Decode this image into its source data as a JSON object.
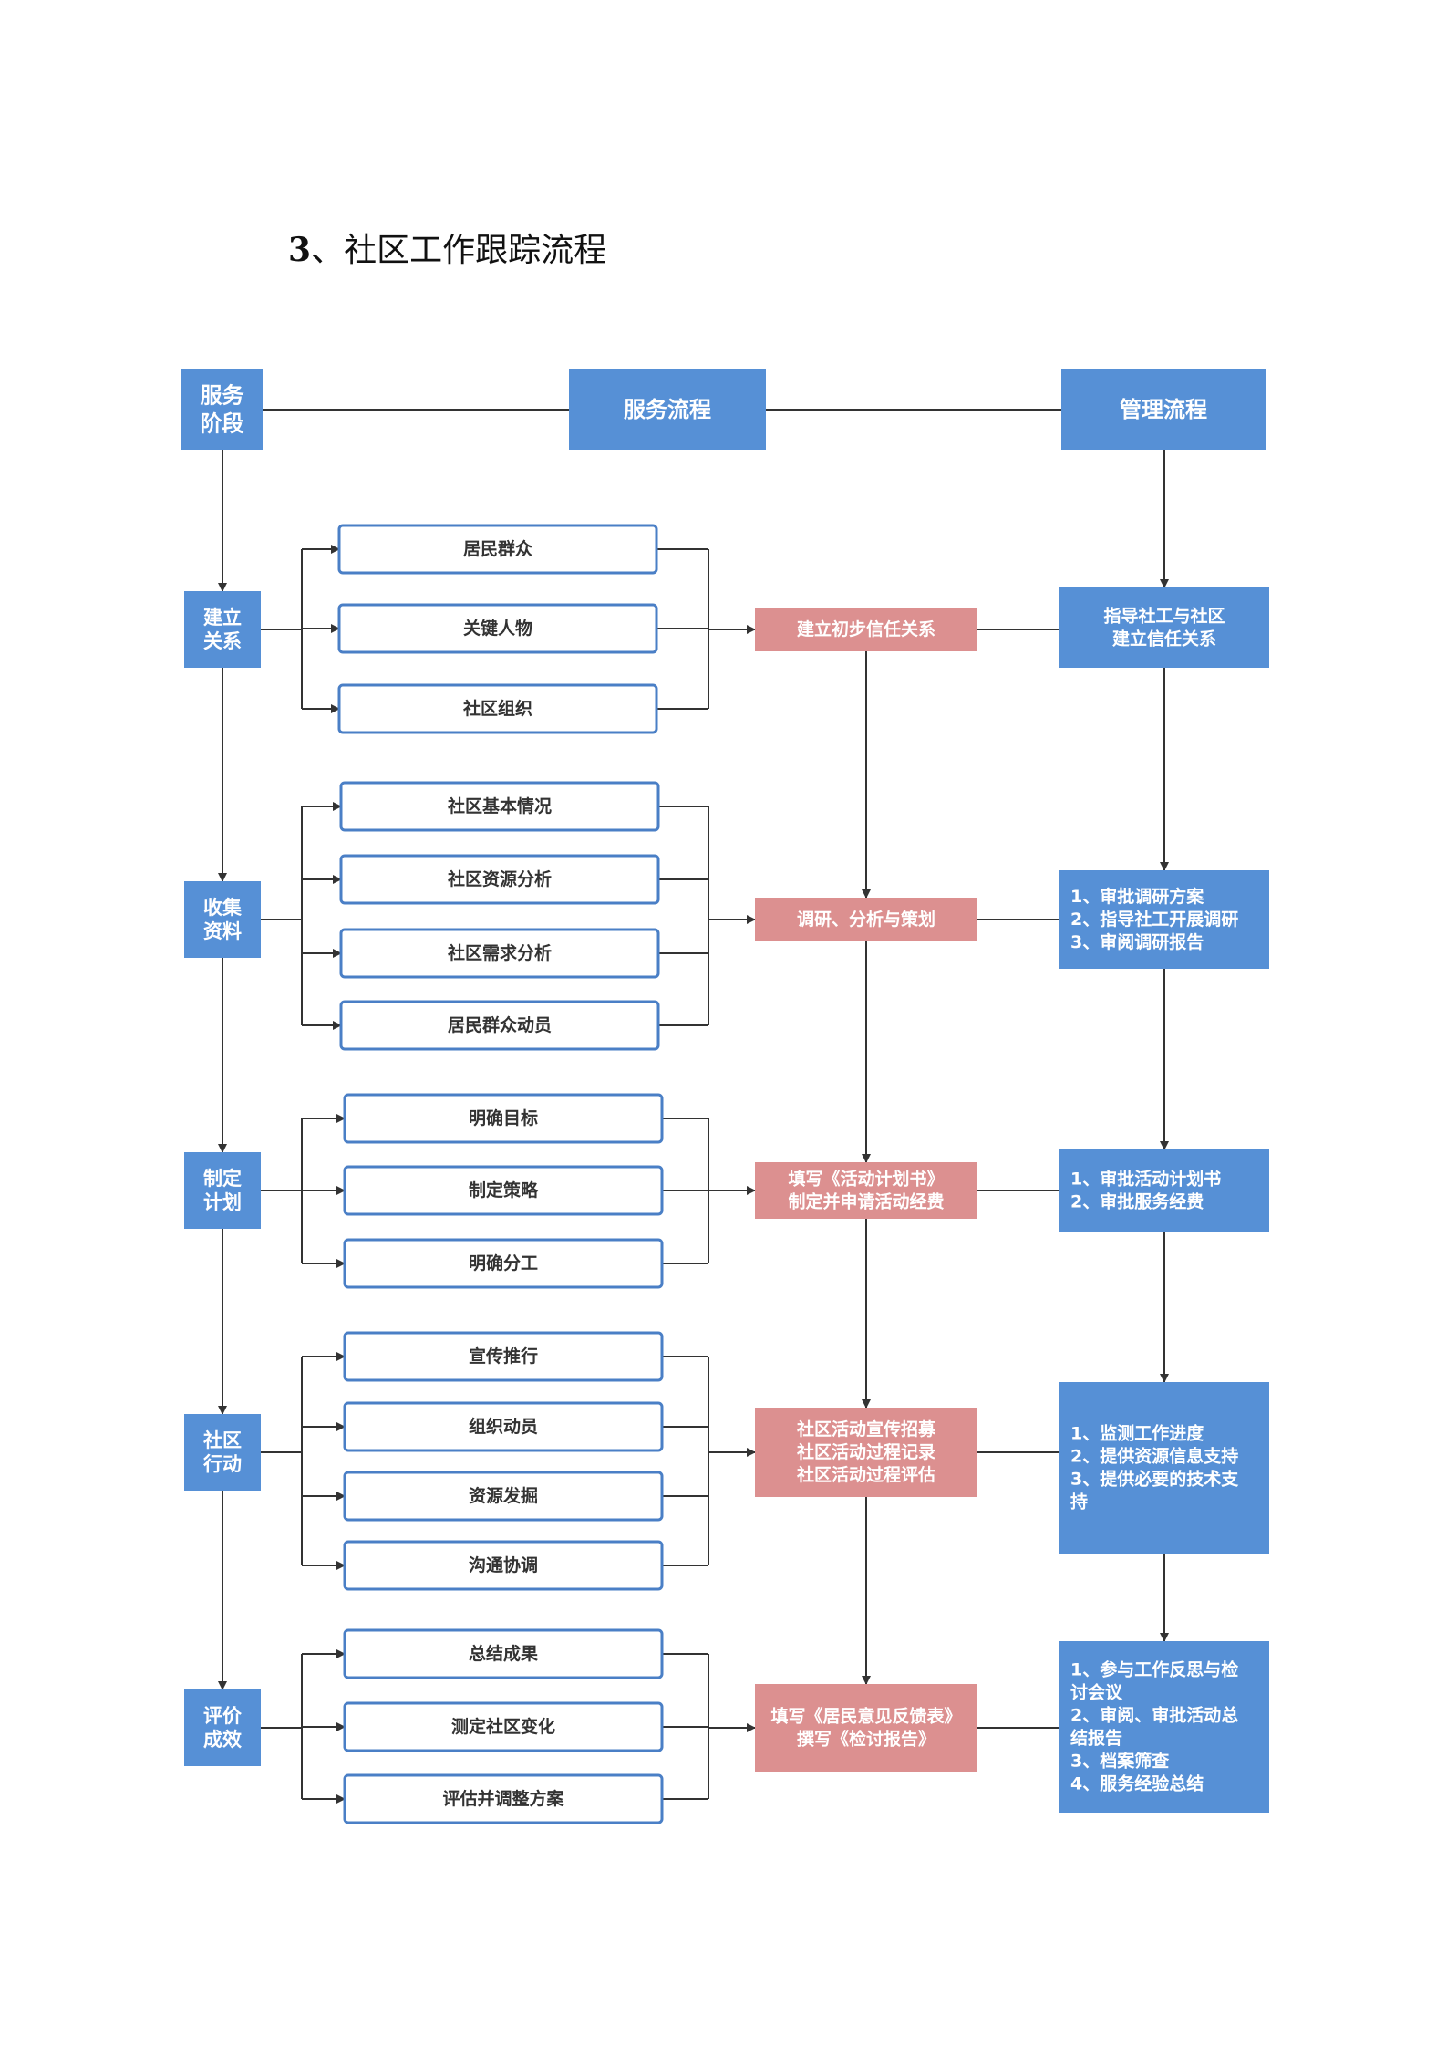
{
  "title": {
    "number": "3",
    "text": "、社区工作跟踪流程"
  },
  "colors": {
    "stage": "#5690d6",
    "management": "#5690d6",
    "service": "#dc9090",
    "sub_border": "#4a7fc6",
    "line": "#333333"
  },
  "headers": {
    "stage": [
      "服务",
      "阶段"
    ],
    "service": [
      "服务流程"
    ],
    "management": [
      "管理流程"
    ]
  },
  "stages": [
    {
      "name": [
        "建立",
        "关系"
      ],
      "subs": [
        "居民群众",
        "关键人物",
        "社区组织"
      ],
      "service": [
        "建立初步信任关系"
      ],
      "management": [
        "指导社工与社区",
        "建立信任关系"
      ]
    },
    {
      "name": [
        "收集",
        "资料"
      ],
      "subs": [
        "社区基本情况",
        "社区资源分析",
        "社区需求分析",
        "居民群众动员"
      ],
      "service": [
        "调研、分析与策划"
      ],
      "management": [
        "1、审批调研方案",
        "2、指导社工开展调研",
        "3、审阅调研报告"
      ]
    },
    {
      "name": [
        "制定",
        "计划"
      ],
      "subs": [
        "明确目标",
        "制定策略",
        "明确分工"
      ],
      "service": [
        "填写《活动计划书》",
        "制定并申请活动经费"
      ],
      "management": [
        "1、审批活动计划书",
        "2、审批服务经费"
      ]
    },
    {
      "name": [
        "社区",
        "行动"
      ],
      "subs": [
        "宣传推行",
        "组织动员",
        "资源发掘",
        "沟通协调"
      ],
      "service": [
        "社区活动宣传招募",
        "社区活动过程记录",
        "社区活动过程评估"
      ],
      "management": [
        "1、监测工作进度",
        "2、提供资源信息支持",
        "3、提供必要的技术支",
        "持"
      ]
    },
    {
      "name": [
        "评价",
        "成效"
      ],
      "subs": [
        "总结成果",
        "测定社区变化",
        "评估并调整方案"
      ],
      "service": [
        "填写《居民意见反馈表》",
        "撰写《检讨报告》"
      ],
      "management": [
        "1、参与工作反思与检",
        "讨会议",
        "2、审阅、审批活动总",
        "结报告",
        "3、档案筛查",
        "4、服务经验总结"
      ]
    }
  ]
}
